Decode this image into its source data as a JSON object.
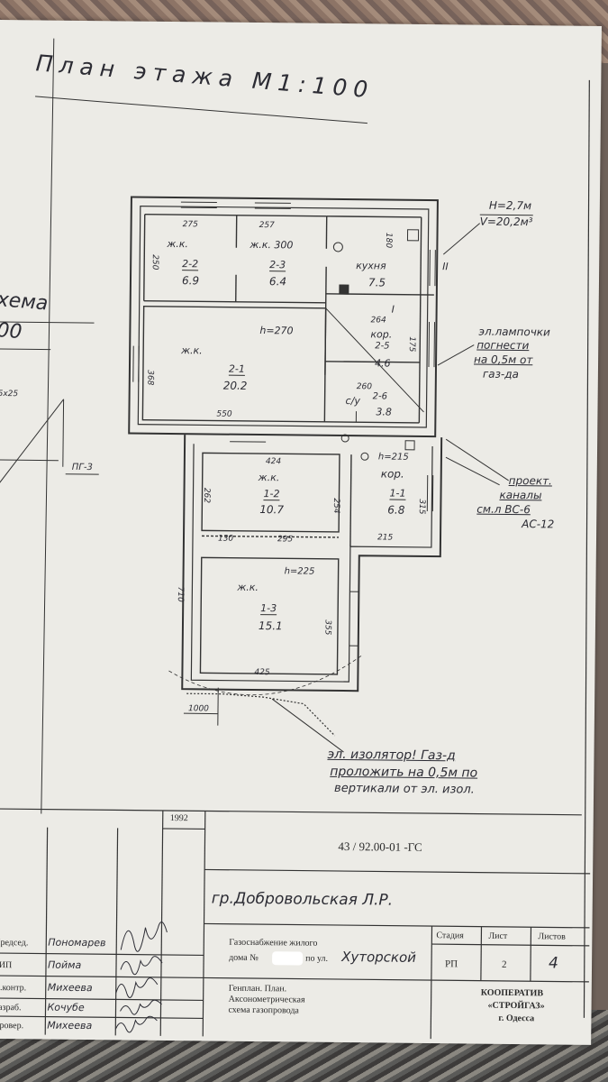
{
  "plan_title": "План этажа М1:100",
  "left_fragment": {
    "line1": "хема",
    "line2": "00",
    "tag": "ПГ-3",
    "dim": "5x25"
  },
  "height_note": {
    "h": "Н=2,7м",
    "v": "V=20,2м³"
  },
  "rooms": {
    "r22": {
      "name": "ж.к.",
      "num": "2-2",
      "area": "6.9",
      "dim_top": "275",
      "dim_side": "250"
    },
    "r23": {
      "name": "ж.к. 300",
      "num": "2-3",
      "area": "6.4",
      "dim_top": "257"
    },
    "kitchen": {
      "name": "кухня",
      "area": "7.5",
      "dim": "180"
    },
    "r21": {
      "name": "ж.к.",
      "num": "2-1",
      "area": "20.2",
      "height": "h=270",
      "dim_bottom": "550",
      "dim_side": "368"
    },
    "r25": {
      "name": "кор.",
      "num": "2-5",
      "area": "4.6",
      "dim_top": "264",
      "dim_side": "175"
    },
    "r26": {
      "name": "с/у",
      "num": "2-6",
      "area": "3.8",
      "dim": "260"
    },
    "r12": {
      "name": "ж.к.",
      "num": "1-2",
      "area": "10.7",
      "dim_top": "424",
      "dim_side": "254",
      "dim_left": "262",
      "dim_a": "130",
      "dim_b": "295"
    },
    "r11": {
      "name": "кор.",
      "num": "1-1",
      "area": "6.8",
      "height": "h=215",
      "dim_side": "315",
      "dim_bottom": "215"
    },
    "r13": {
      "name": "ж.к.",
      "num": "1-3",
      "area": "15.1",
      "height": "h=225",
      "dim_bottom": "425",
      "dim_side": "355",
      "dim_left": "710"
    }
  },
  "axis_mark": "1000",
  "section_marks": [
    "I",
    "II"
  ],
  "notes": {
    "lamps": [
      "эл.лампочки",
      "погнести",
      "на 0,5м от",
      "газ-да"
    ],
    "channels": [
      "проект.",
      "каналы",
      "см.л ВС-6",
      "АС-12"
    ],
    "insulator": [
      "эл. изолятор! Газ-д",
      "проложить на 0,5м по",
      "вертикали от эл. изол."
    ]
  },
  "stamp": {
    "year": "1992",
    "doc_code": "43 / 92.00-01 -ГС",
    "client": "гр.Добровольская Л.Р.",
    "title_l1": "Газоснабжение жилого",
    "title_l2_pre": "дома №",
    "title_l2_mid": "по ул.",
    "street": "Хуторской",
    "sheet_content": [
      "Генплан. План.",
      "Аксонометрическая",
      "схема газопровода"
    ],
    "h_stage": "Стадия",
    "h_sheet": "Лист",
    "h_sheets": "Листов",
    "stage": "РП",
    "sheet": "2",
    "sheets": "4",
    "org_l1": "КООПЕРАТИВ",
    "org_l2": "«СТРОЙГАЗ»",
    "org_l3": "г. Одесса",
    "roles": [
      "Председ.",
      "ГИП",
      "Н.контр.",
      "Разраб.",
      "Провер."
    ],
    "names": [
      "Пономарев",
      "Пойма",
      "Михеева",
      "Кочубе",
      "Михеева"
    ]
  }
}
